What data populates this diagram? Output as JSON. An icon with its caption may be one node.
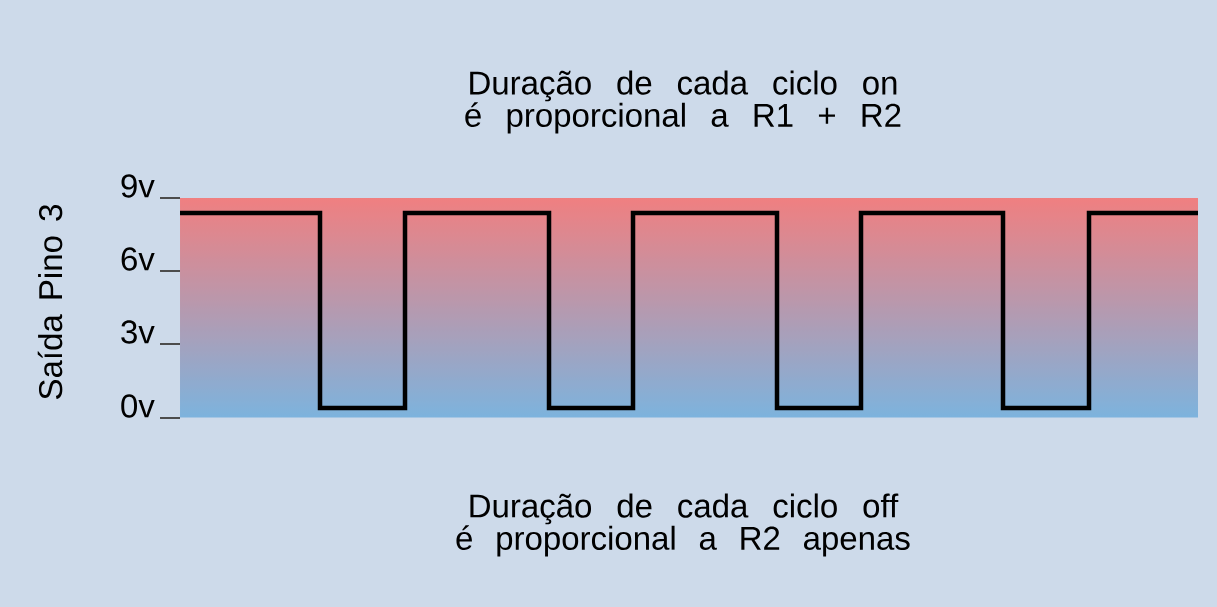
{
  "diagram": {
    "labels": [
      "Duração de cada ciclo on é proporcional a R1 + R2",
      "Saída Pino 3",
      "9v",
      "6v",
      "3v",
      "0v",
      "Duração de cada ciclo off é proporcional a R2 apenas"
    ]
  }
}
